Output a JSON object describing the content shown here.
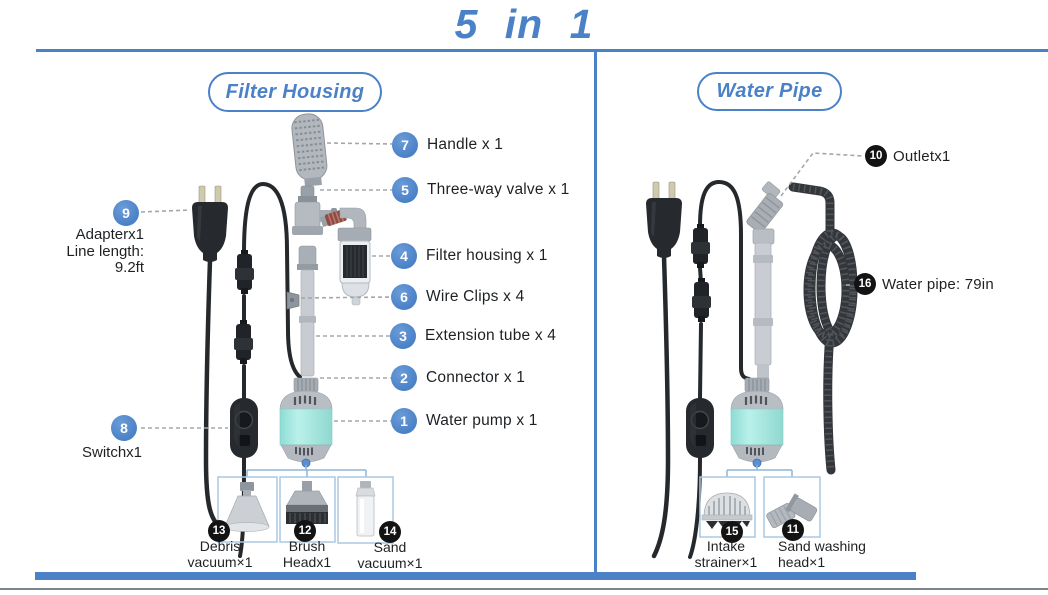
{
  "title": "5 in 1",
  "colors": {
    "accent_blue": "#4a81c7",
    "badge_black": "#131313",
    "pump_cyan": "#a5e9e1",
    "attachment_box_border": "#aac8e2",
    "connector_line_blue": "#8fb6d8"
  },
  "filter_housing": {
    "heading": "Filter Housing",
    "callouts": [
      {
        "num": "7",
        "label": "Handle x 1"
      },
      {
        "num": "5",
        "label": "Three-way valve x 1"
      },
      {
        "num": "4",
        "label": "Filter housing x 1"
      },
      {
        "num": "6",
        "label": "Wire Clips x 4"
      },
      {
        "num": "3",
        "label": "Extension tube x 4"
      },
      {
        "num": "2",
        "label": "Connector x 1"
      },
      {
        "num": "1",
        "label": "Water pump x 1"
      }
    ],
    "adapter": {
      "num": "9",
      "line1": "Adapterx1",
      "line2": "Line length:",
      "line3": "9.2ft"
    },
    "switch": {
      "num": "8",
      "label": "Switchx1"
    },
    "attachments": [
      {
        "num": "13",
        "line1": "Debris",
        "line2": "vacuum×1"
      },
      {
        "num": "12",
        "line1": "Brush",
        "line2": "Headx1"
      },
      {
        "num": "14",
        "line1": "Sand",
        "line2": "vacuum×1"
      }
    ]
  },
  "water_pipe": {
    "heading": "Water Pipe",
    "outlet": {
      "num": "10",
      "label": "Outletx1"
    },
    "pipe": {
      "num": "16",
      "label": "Water pipe: 79in"
    },
    "attachments": [
      {
        "num": "15",
        "line1": "Intake",
        "line2": "strainer×1"
      },
      {
        "num": "11",
        "line1": "Sand washing",
        "line2": "head×1"
      }
    ]
  }
}
